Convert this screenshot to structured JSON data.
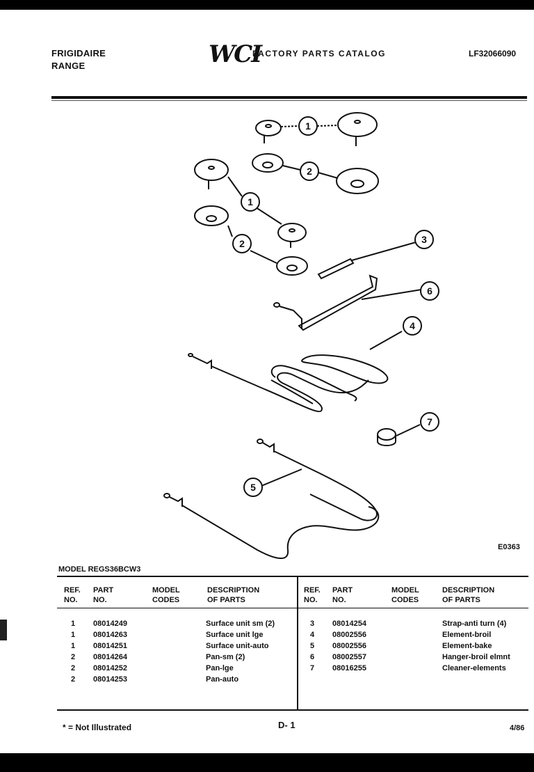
{
  "header": {
    "brand_line1": "FRIGIDAIRE",
    "brand_line2": "RANGE",
    "logo": "WCI",
    "catalog_title": "FACTORY PARTS CATALOG",
    "doc_number": "LF32066090"
  },
  "diagram": {
    "code": "E0363",
    "callouts": [
      "1",
      "2",
      "1",
      "2",
      "3",
      "6",
      "4",
      "7",
      "5"
    ]
  },
  "model": "MODEL REGS36BCW3",
  "table": {
    "headers": {
      "ref": [
        "REF.",
        "NO."
      ],
      "part": [
        "PART",
        "NO."
      ],
      "model": [
        "MODEL",
        "CODES"
      ],
      "desc": [
        "DESCRIPTION",
        "OF PARTS"
      ]
    },
    "left_rows": [
      {
        "ref": "1",
        "part": "08014249",
        "code": "",
        "desc": "Surface unit sm (2)"
      },
      {
        "ref": "1",
        "part": "08014263",
        "code": "",
        "desc": "Surface unit lge"
      },
      {
        "ref": "1",
        "part": "08014251",
        "code": "",
        "desc": "Surface unit-auto"
      },
      {
        "ref": "2",
        "part": "08014264",
        "code": "",
        "desc": "Pan-sm (2)"
      },
      {
        "ref": "2",
        "part": "08014252",
        "code": "",
        "desc": "Pan-lge"
      },
      {
        "ref": "2",
        "part": "08014253",
        "code": "",
        "desc": "Pan-auto"
      }
    ],
    "right_rows": [
      {
        "ref": "3",
        "part": "08014254",
        "code": "",
        "desc": "Strap-anti turn (4)"
      },
      {
        "ref": "4",
        "part": "08002556",
        "code": "",
        "desc": "Element-broil"
      },
      {
        "ref": "5",
        "part": "08002556",
        "code": "",
        "desc": "Element-bake"
      },
      {
        "ref": "6",
        "part": "08002557",
        "code": "",
        "desc": "Hanger-broil elmnt"
      },
      {
        "ref": "7",
        "part": "08016255",
        "code": "",
        "desc": "Cleaner-elements"
      }
    ]
  },
  "footer": {
    "note": "* = Not Illustrated",
    "page": "D- 1",
    "date": "4/86"
  }
}
